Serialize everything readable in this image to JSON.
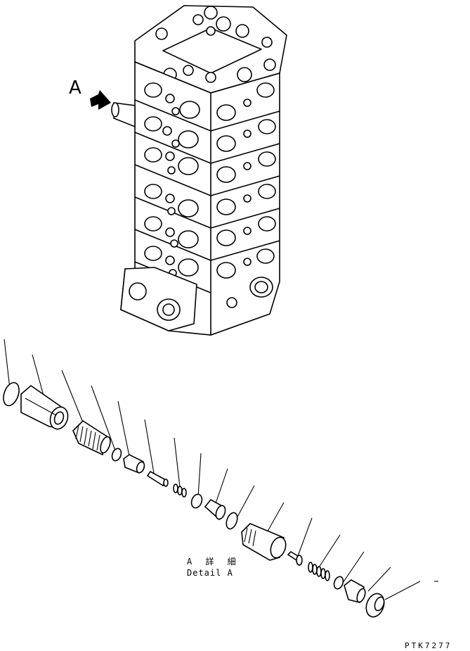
{
  "view_label": "A",
  "detail_label_jp": "A 詳 細",
  "detail_label_en": "Detail A",
  "drawing_code": "PTK7277",
  "colors": {
    "line": "#000000",
    "background": "#ffffff"
  }
}
